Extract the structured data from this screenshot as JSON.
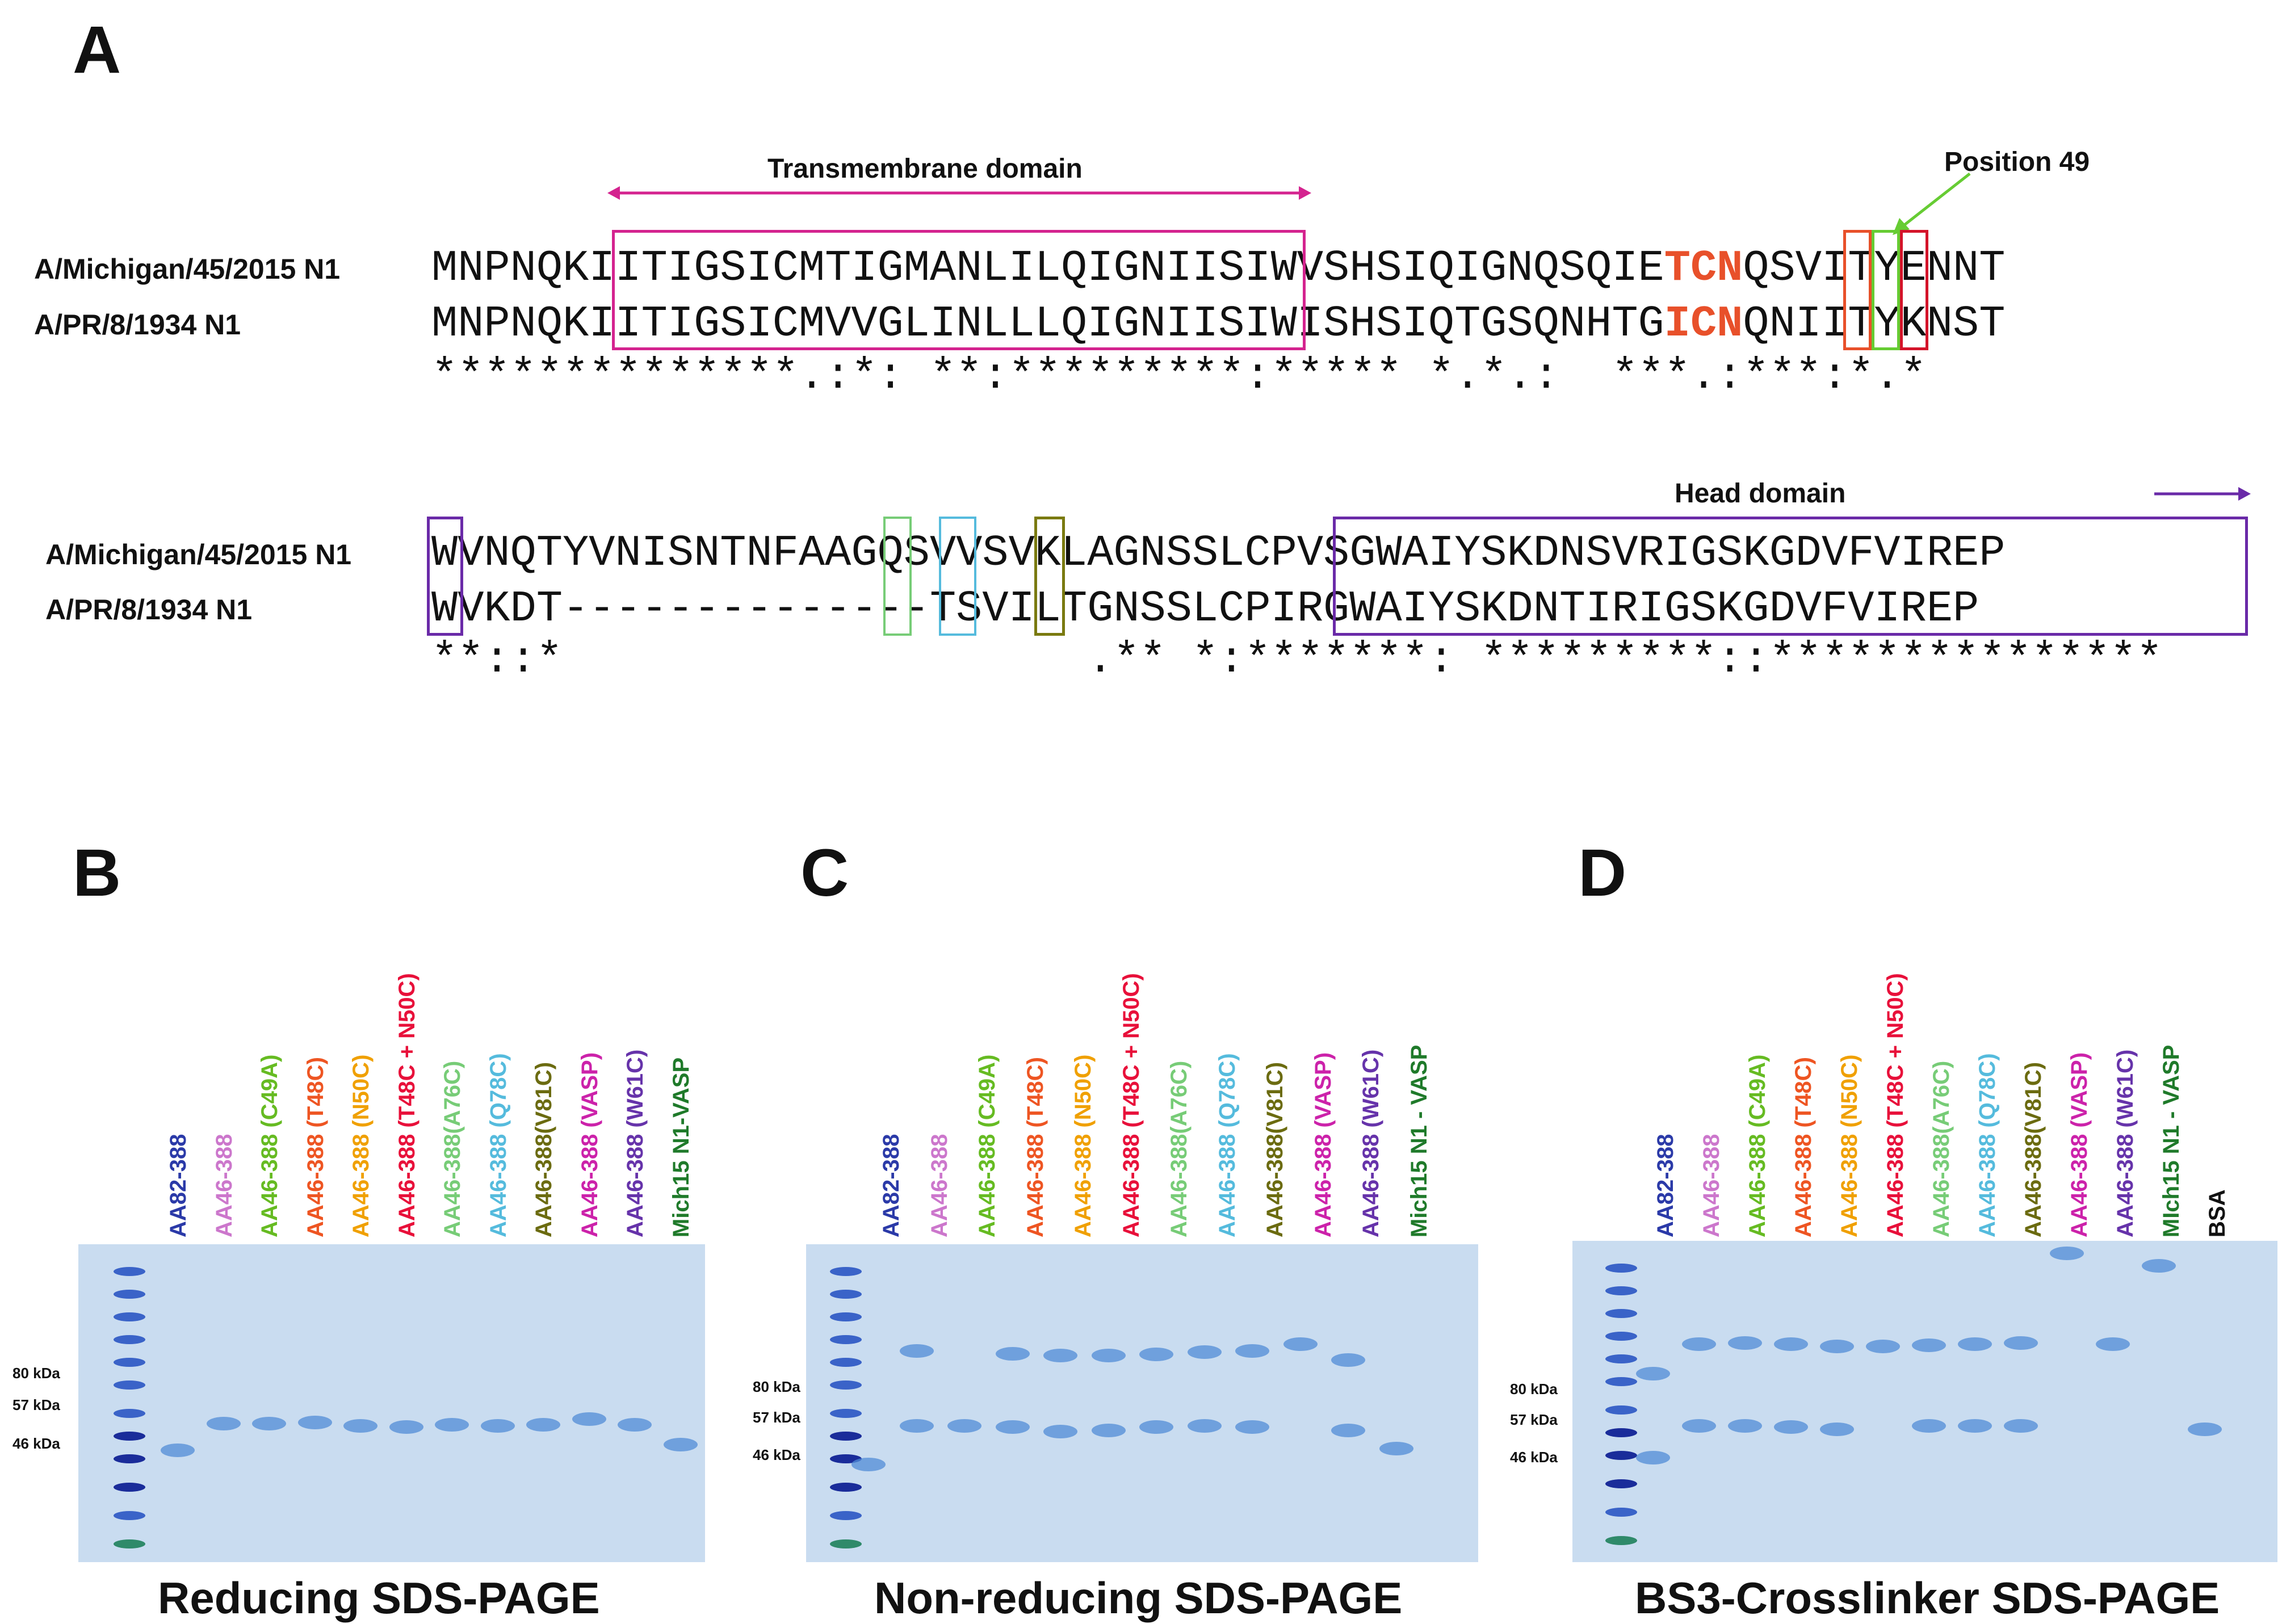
{
  "panels": {
    "a": "A",
    "b": "B",
    "c": "C",
    "d": "D"
  },
  "alignment": {
    "tm_label": "Transmembrane domain",
    "pos49_label": "Position 49",
    "head_label": "Head domain",
    "block1": {
      "name1": "A/Michigan/45/2015 N1",
      "name2": "A/PR/8/1934 N1",
      "seq1_a": "MNPNQKIITIGSICMTIGMANLILQIGNIISIWVSHSIQIGNQSQIE",
      "seq1_b": "TCN",
      "seq1_c": "QSVITYENNT",
      "seq2_a": "MNPNQKIITIGSICMVVGLINLLLQIGNIISIWISHSIQTGSQNHTG",
      "seq2_b": "ICN",
      "seq2_c": "QNIITYKNST",
      "consensus": "**************.:*: **:*********:***** *.*.:  ***.:***:*.*"
    },
    "block2": {
      "name1": "A/Michigan/45/2015 N1",
      "name2": "A/PR/8/1934 N1",
      "seq1": "WVNQTYVNISNTNFAAGQSVVSVKLAGNSSLCPVSGWAIYSKDNSVRIGSKGDVFVIREP",
      "seq2": "WVKDT--------------TSVILTGNSSLCPIRGWAIYSKDNTIRIGSKGDVFVIREP",
      "consensus": "**::*                    .** *:*******: *********::***************"
    }
  },
  "gels": {
    "b": {
      "title": "Reducing SDS-PAGE",
      "markers": [
        "80 kDa",
        "57 kDa",
        "46 kDa"
      ],
      "lanes": [
        {
          "label": "AA82-388",
          "color": "#2b3aa8"
        },
        {
          "label": "AA46-388",
          "color": "#cc77cc"
        },
        {
          "label": "AA46-388 (C49A)",
          "color": "#66bb22"
        },
        {
          "label": "AA46-388 (T48C)",
          "color": "#ee5522"
        },
        {
          "label": "AA46-388 (N50C)",
          "color": "#f0a000"
        },
        {
          "label": "AA46-388 (T48C + N50C)",
          "color": "#e8103a"
        },
        {
          "label": "AA46-388(A76C)",
          "color": "#77cc77"
        },
        {
          "label": "AA46-388 (Q78C)",
          "color": "#55bbdd"
        },
        {
          "label": "AA46-388(V81C)",
          "color": "#6b6b10"
        },
        {
          "label": "AA46-388 (VASP)",
          "color": "#cc22aa"
        },
        {
          "label": "AA46-388 (W61C)",
          "color": "#6633aa"
        },
        {
          "label": "Mich15 N1-VASP",
          "color": "#1f7a2a"
        }
      ]
    },
    "c": {
      "title": "Non-reducing SDS-PAGE",
      "markers": [
        "80 kDa",
        "57 kDa",
        "46 kDa"
      ],
      "lanes": [
        {
          "label": "AA82-388",
          "color": "#2b3aa8"
        },
        {
          "label": "AA46-388",
          "color": "#cc77cc"
        },
        {
          "label": "AA46-388 (C49A)",
          "color": "#66bb22"
        },
        {
          "label": "AA46-388 (T48C)",
          "color": "#ee5522"
        },
        {
          "label": "AA46-388 (N50C)",
          "color": "#f0a000"
        },
        {
          "label": "AA46-388 (T48C + N50C)",
          "color": "#e8103a"
        },
        {
          "label": "AA46-388(A76C)",
          "color": "#77cc77"
        },
        {
          "label": "AA46-388 (Q78C)",
          "color": "#55bbdd"
        },
        {
          "label": "AA46-388(V81C)",
          "color": "#6b6b10"
        },
        {
          "label": "AA46-388 (VASP)",
          "color": "#cc22aa"
        },
        {
          "label": "AA46-388 (W61C)",
          "color": "#6633aa"
        },
        {
          "label": "Mich15 N1 - VASP",
          "color": "#1f7a2a"
        }
      ]
    },
    "d": {
      "title": "BS3-Crosslinker SDS-PAGE",
      "markers": [
        "80 kDa",
        "57 kDa",
        "46 kDa"
      ],
      "lanes": [
        {
          "label": "AA82-388",
          "color": "#2b3aa8"
        },
        {
          "label": "AA46-388",
          "color": "#cc77cc"
        },
        {
          "label": "AA46-388 (C49A)",
          "color": "#66bb22"
        },
        {
          "label": "AA46-388 (T48C)",
          "color": "#ee5522"
        },
        {
          "label": "AA46-388 (N50C)",
          "color": "#f0a000"
        },
        {
          "label": "AA46-388 (T48C + N50C)",
          "color": "#e8103a"
        },
        {
          "label": "AA46-388(A76C)",
          "color": "#77cc77"
        },
        {
          "label": "AA46-388 (Q78C)",
          "color": "#55bbdd"
        },
        {
          "label": "AA46-388(V81C)",
          "color": "#6b6b10"
        },
        {
          "label": "AA46-388 (VASP)",
          "color": "#cc22aa"
        },
        {
          "label": "AA46-388 (W61C)",
          "color": "#6633aa"
        },
        {
          "label": "MIch15 N1 - VASP",
          "color": "#1f7a2a"
        },
        {
          "label": "BSA",
          "color": "#111111"
        }
      ]
    }
  }
}
